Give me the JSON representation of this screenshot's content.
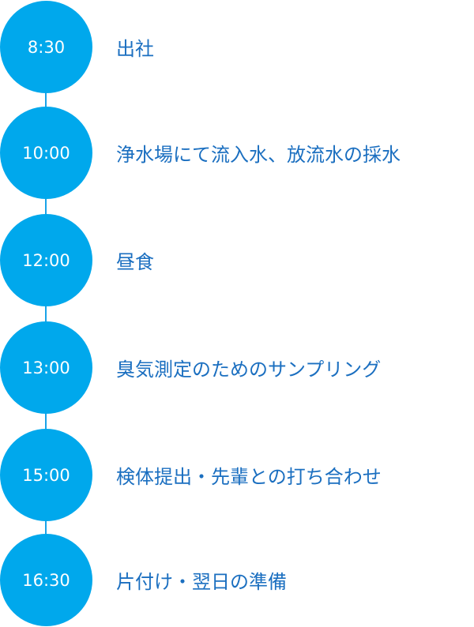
{
  "schedule": [
    {
      "time": "8:30",
      "activity": "出社"
    },
    {
      "time": "10:00",
      "activity": "浄水場にて流入水、放流水の採水"
    },
    {
      "time": "12:00",
      "activity": "昼食"
    },
    {
      "time": "13:00",
      "activity": "臭気測定のためのサンプリング"
    },
    {
      "time": "15:00",
      "activity": "検体提出・先輩との打ち合わせ"
    },
    {
      "time": "16:30",
      "activity": "片付け・翌日の準備"
    }
  ],
  "colors": {
    "circle": "#00a8ec",
    "connector": "#1aa3e8",
    "activity_text": "#1b6fc0",
    "time_text": "#ffffff"
  }
}
